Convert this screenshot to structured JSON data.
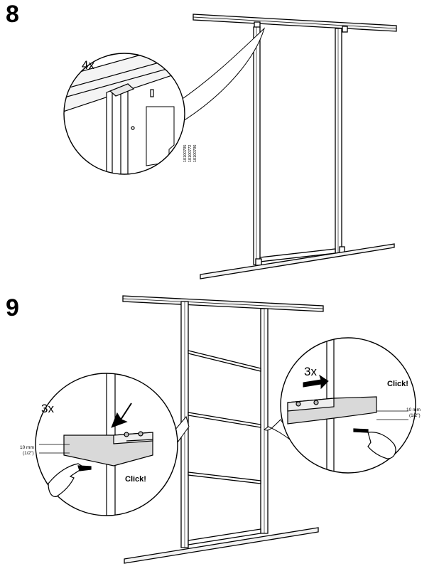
{
  "steps": [
    {
      "number": "8",
      "quantity": "4x",
      "part_numbers": [
        "10100795",
        "10100772",
        "10100796"
      ]
    },
    {
      "number": "9",
      "left_detail": {
        "quantity": "3x",
        "measure_mm": "10 mm",
        "measure_in": "(1/2\")",
        "click": "Click!"
      },
      "right_detail": {
        "quantity": "3x",
        "measure_mm": "10 mm",
        "measure_in": "(1/2\")",
        "click": "Click!"
      }
    }
  ]
}
